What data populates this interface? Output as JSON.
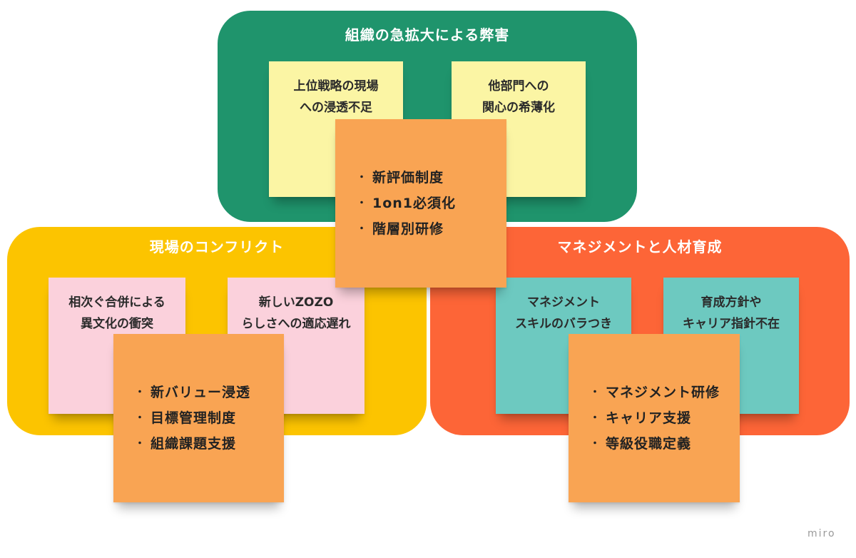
{
  "groups": {
    "top": {
      "title": "組織の急拡大による弊害",
      "color": "#1f946c"
    },
    "left": {
      "title": "現場のコンフリクト",
      "color": "#fcc400"
    },
    "right": {
      "title": "マネジメントと人材育成",
      "color": "#fd6537"
    }
  },
  "stickies": {
    "top_left": {
      "line1": "上位戦略の現場",
      "line2": "への浸透不足",
      "color": "#fbf5a4"
    },
    "top_right": {
      "line1": "他部門への",
      "line2": "関心の希薄化",
      "color": "#fbf5a4"
    },
    "left_left": {
      "line1": "相次ぐ合併による",
      "line2": "異文化の衝突",
      "color": "#fbd1dc"
    },
    "left_right": {
      "line1": "新しいZOZO",
      "line2": "らしさへの適応遅れ",
      "color": "#fbd1dc"
    },
    "right_left": {
      "line1": "マネジメント",
      "line2": "スキルのバラつき",
      "color": "#6dc9c0"
    },
    "right_right": {
      "line1": "育成方針や",
      "line2": "キャリア指針不在",
      "color": "#6dc9c0"
    }
  },
  "measures": {
    "center": {
      "bullet": "・",
      "items": [
        "新評価制度",
        "1on1必須化",
        "階層別研修"
      ]
    },
    "left": {
      "bullet": "・",
      "items": [
        "新バリュー浸透",
        "目標管理制度",
        "組織課題支援"
      ]
    },
    "right": {
      "bullet": "・",
      "items": [
        "マネジメント研修",
        "キャリア支援",
        "等級役職定義"
      ]
    }
  },
  "watermark": "miro"
}
